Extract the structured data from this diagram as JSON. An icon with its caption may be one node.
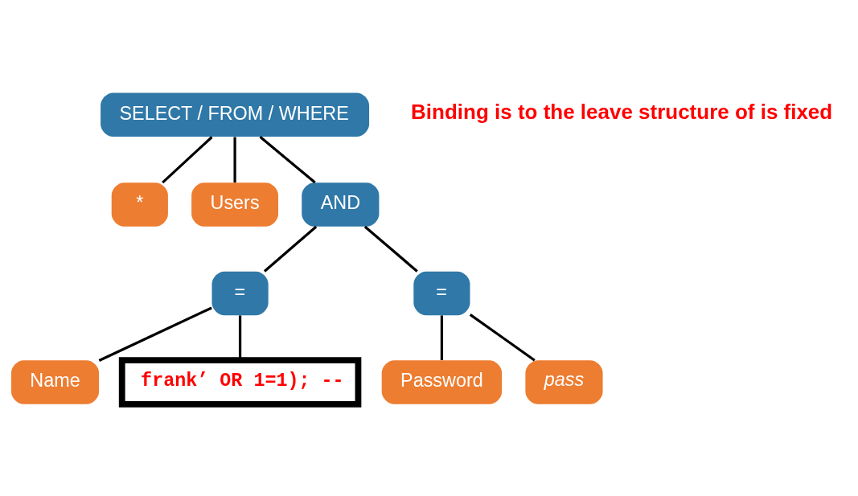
{
  "diagram": {
    "nodes": [
      {
        "text": [
          "SELECT / FROM / WHERE"
        ]
      },
      {
        "text": [
          "*"
        ]
      },
      {
        "text": [
          "Users"
        ]
      },
      {
        "text": [
          "AND"
        ]
      },
      {
        "text": [
          "="
        ]
      },
      {
        "text": [
          "="
        ]
      },
      {
        "text": [
          "Name"
        ]
      },
      {
        "text": [
          "frank’ OR 1=1); --"
        ]
      },
      {
        "text": [
          "Password"
        ]
      },
      {
        "text": [
          "pass"
        ]
      }
    ],
    "edges": [
      {
        "from": 0,
        "to": 1,
        "arrow": "none"
      },
      {
        "from": 0,
        "to": 2,
        "arrow": "none"
      },
      {
        "from": 0,
        "to": 3,
        "arrow": "none"
      },
      {
        "from": 3,
        "to": 4,
        "arrow": "none"
      },
      {
        "from": 3,
        "to": 5,
        "arrow": "none"
      },
      {
        "from": 4,
        "to": 6,
        "arrow": "none"
      },
      {
        "from": 4,
        "to": 7,
        "arrow": "none"
      },
      {
        "from": 5,
        "to": 8,
        "arrow": "none"
      },
      {
        "from": 5,
        "to": 9,
        "arrow": "none"
      }
    ],
    "labels": [
      "Binding is to the leave structure of is fixed"
    ]
  }
}
